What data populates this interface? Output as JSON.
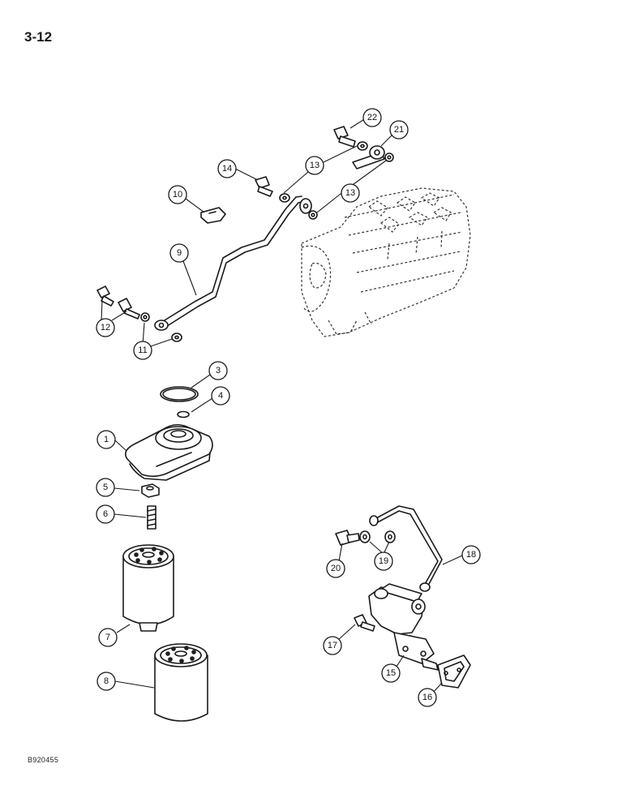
{
  "page": {
    "number": "3-12",
    "figure_code": "B920455"
  },
  "callouts": [
    {
      "id": "c1",
      "label": "1"
    },
    {
      "id": "c3",
      "label": "3"
    },
    {
      "id": "c4",
      "label": "4"
    },
    {
      "id": "c5",
      "label": "5"
    },
    {
      "id": "c6",
      "label": "6"
    },
    {
      "id": "c7",
      "label": "7"
    },
    {
      "id": "c8",
      "label": "8"
    },
    {
      "id": "c9",
      "label": "9"
    },
    {
      "id": "c10",
      "label": "10"
    },
    {
      "id": "c11",
      "label": "11"
    },
    {
      "id": "c12",
      "label": "12"
    },
    {
      "id": "c13a",
      "label": "13"
    },
    {
      "id": "c13b",
      "label": "13"
    },
    {
      "id": "c14",
      "label": "14"
    },
    {
      "id": "c15",
      "label": "15"
    },
    {
      "id": "c16",
      "label": "16"
    },
    {
      "id": "c17",
      "label": "17"
    },
    {
      "id": "c18",
      "label": "18"
    },
    {
      "id": "c19",
      "label": "19"
    },
    {
      "id": "c20",
      "label": "20"
    },
    {
      "id": "c21",
      "label": "21"
    },
    {
      "id": "c22",
      "label": "22"
    }
  ]
}
